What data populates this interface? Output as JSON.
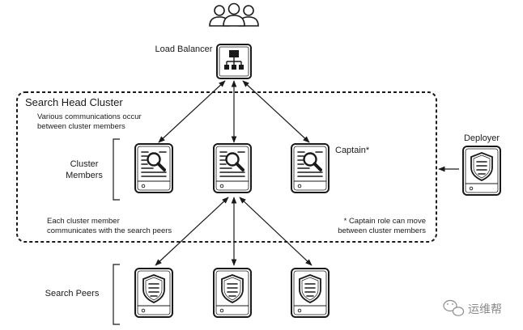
{
  "users_icon": "users-group-icon",
  "load_balancer": {
    "label": "Load Balancer",
    "icon": "load-balancer-icon"
  },
  "search_head_cluster": {
    "title": "Search Head Cluster",
    "note_top": [
      "Various communications occur",
      "between cluster members"
    ],
    "members_label": [
      "Cluster",
      "Members"
    ],
    "captain_label": "Captain*",
    "note_bottom_left": [
      "Each cluster member",
      "communicates with the search peers"
    ],
    "note_bottom_right": [
      "* Captain role can move",
      "between cluster members"
    ],
    "member_icon": "search-head-icon"
  },
  "deployer": {
    "label": "Deployer",
    "icon": "shield-server-icon"
  },
  "search_peers": {
    "label": "Search Peers",
    "icon": "shield-server-icon"
  },
  "watermark": {
    "text": "运维帮",
    "icon": "wechat-icon"
  },
  "colors": {
    "stroke": "#1a1a1a",
    "dashed_border": "#1a1a1a",
    "icon_fill": "#ffffff"
  }
}
